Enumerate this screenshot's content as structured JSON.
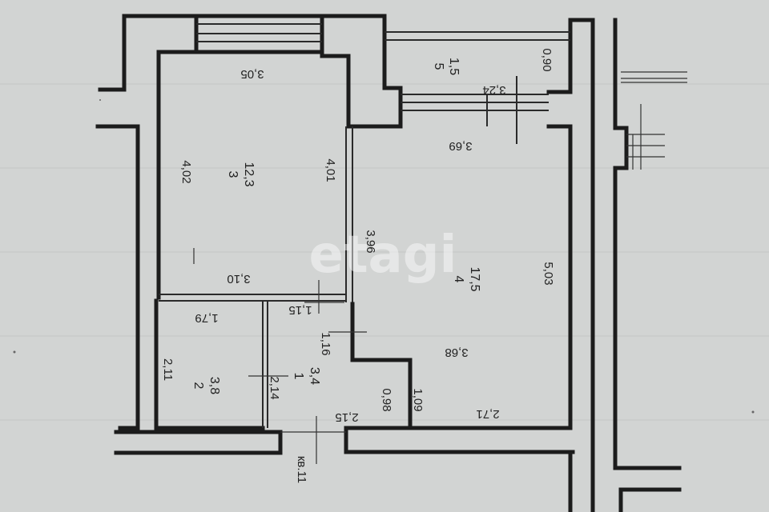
{
  "watermark": "etagi",
  "rooms": [
    {
      "id": "1",
      "number": "1",
      "area": "3,4"
    },
    {
      "id": "2",
      "number": "2",
      "area": "3,8"
    },
    {
      "id": "3",
      "number": "3",
      "area": "12,3"
    },
    {
      "id": "4",
      "number": "4",
      "area": "17,5"
    },
    {
      "id": "5",
      "number": "5",
      "area": "1,5"
    }
  ],
  "dimensions": {
    "room3_top": "3,05",
    "room3_left": "4,02",
    "room3_right": "4,01",
    "room3_bottom": "3,10",
    "room4_top": "3,69",
    "room4_left": "3,96",
    "room4_right": "5,03",
    "room4_mid": "3,68",
    "room4_bottom": "2,71",
    "balcony_width": "3,24",
    "balcony_depth": "0,90",
    "room2_top": "1,79",
    "room2_side": "2,11",
    "corridor_top": "1,15",
    "corridor_side": "1,16",
    "corridor_left": "2,14",
    "corridor_notch_a": "0,98",
    "corridor_notch_b": "1,09",
    "corridor_bottom": "2,15",
    "entrance": "кв.11"
  }
}
